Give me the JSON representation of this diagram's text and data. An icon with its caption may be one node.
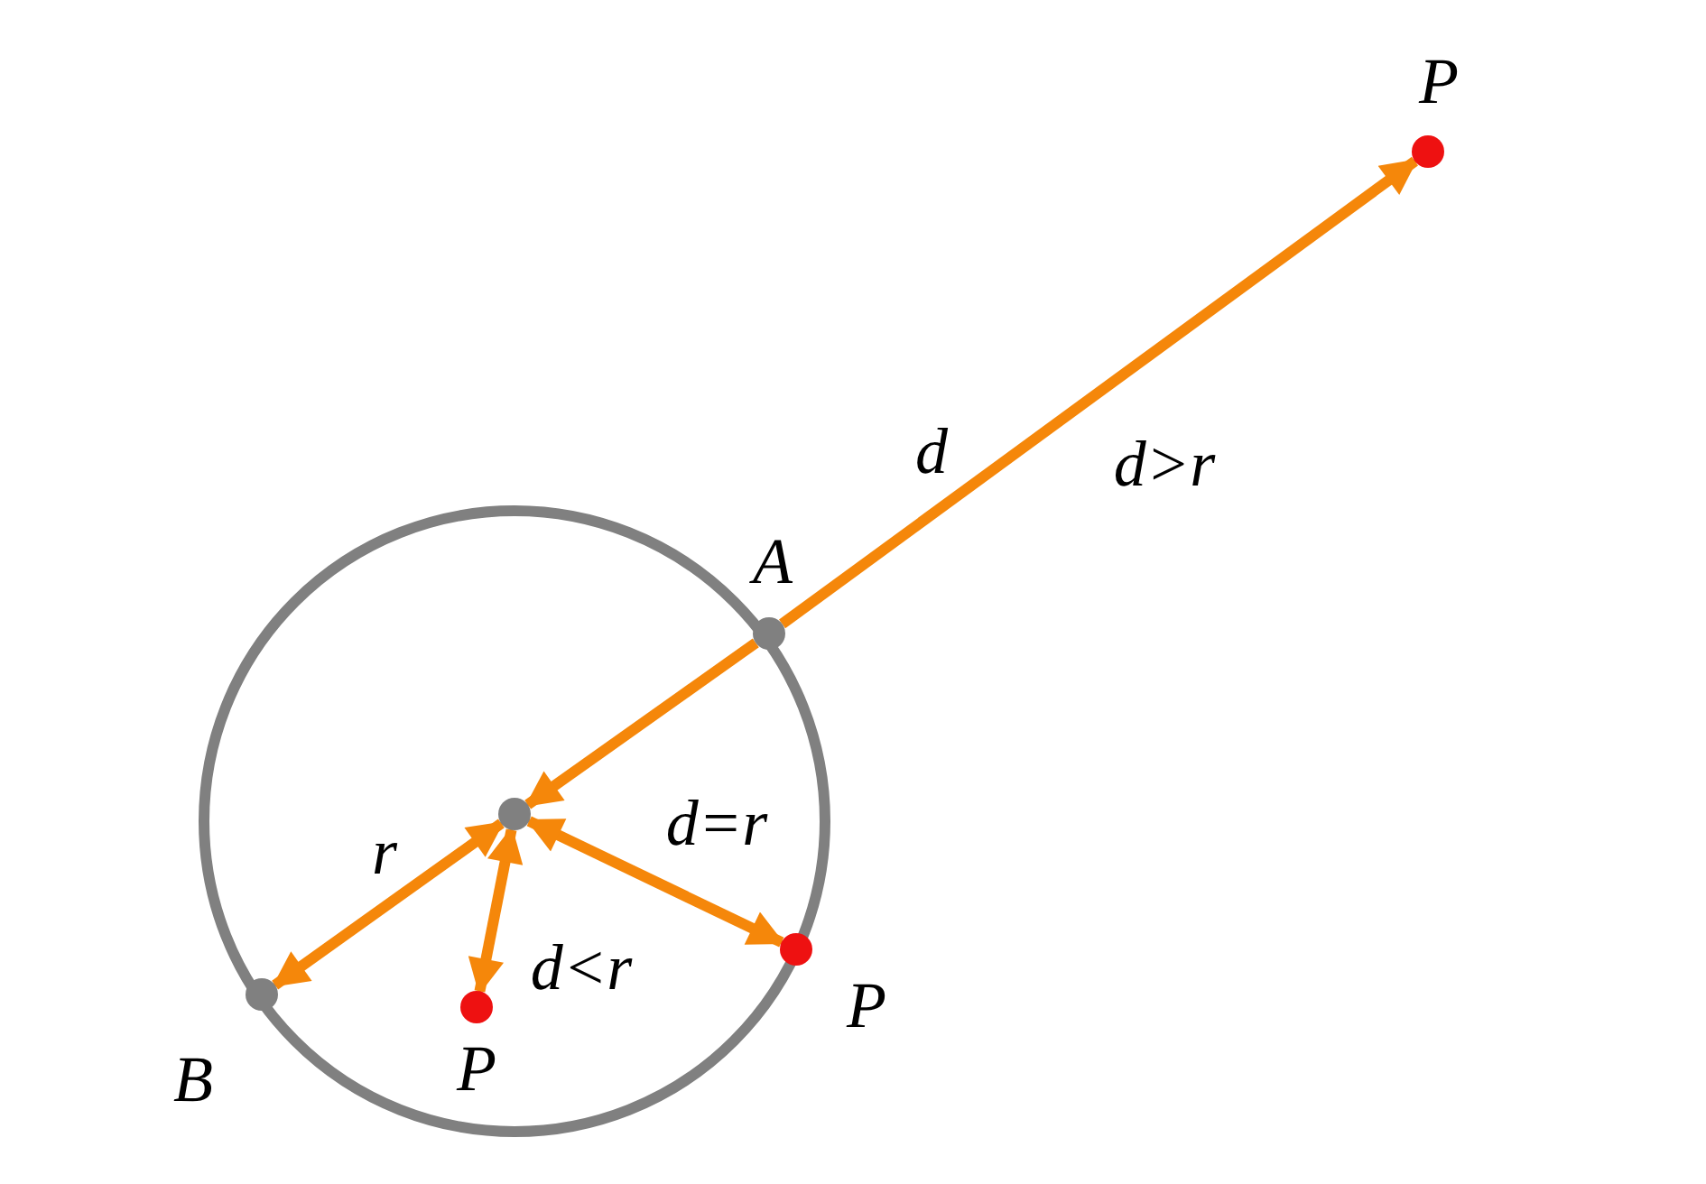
{
  "diagram": {
    "nodes": [
      {
        "text": [],
        "shape": "circle",
        "beside": [
          "P"
        ]
      },
      {
        "text": [],
        "shape": "circle",
        "beside": [
          "A"
        ]
      },
      {
        "text": [],
        "shape": "circle"
      },
      {
        "text": [],
        "shape": "circle",
        "beside": [
          "P"
        ]
      },
      {
        "text": [],
        "shape": "circle",
        "beside": [
          "B"
        ]
      },
      {
        "text": [],
        "shape": "circle",
        "beside": [
          "P"
        ]
      }
    ],
    "edges": [
      {
        "from": 1,
        "to": 2,
        "arrow": "to"
      },
      {
        "from": 1,
        "to": 0,
        "arrow": "to",
        "label": "d"
      },
      {
        "from": 2,
        "to": 4,
        "arrow": "both",
        "label": "r"
      },
      {
        "from": 2,
        "to": 5,
        "arrow": "both",
        "label": "d<r"
      },
      {
        "from": 2,
        "to": 3,
        "arrow": "both",
        "label": "d=r"
      }
    ],
    "labels": [
      "d>r"
    ]
  }
}
